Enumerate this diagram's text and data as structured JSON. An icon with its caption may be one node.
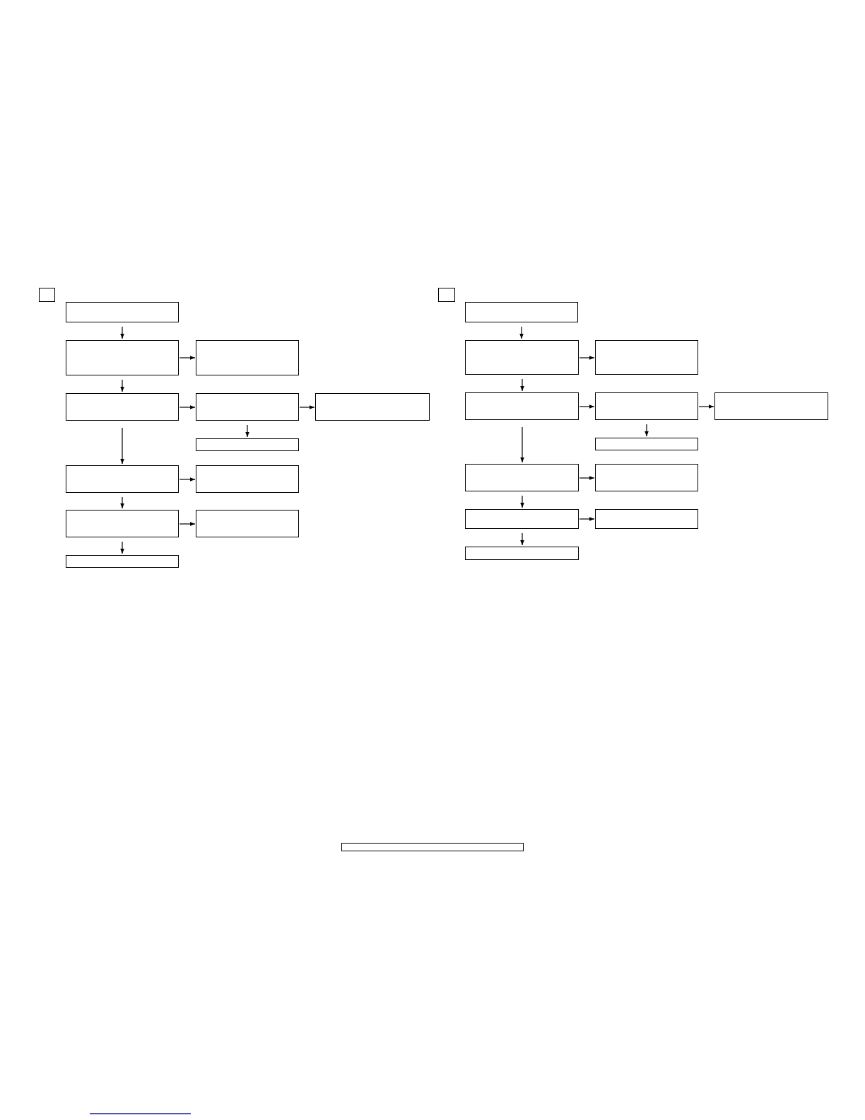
{
  "diagram": {
    "nodes": [
      {
        "text": [],
        "shape": "box"
      },
      {
        "text": [],
        "shape": "box"
      },
      {
        "text": [],
        "shape": "box"
      },
      {
        "text": [],
        "shape": "box"
      },
      {
        "text": [],
        "shape": "box"
      },
      {
        "text": [],
        "shape": "box"
      },
      {
        "text": [],
        "shape": "box"
      },
      {
        "text": [],
        "shape": "box"
      },
      {
        "text": [],
        "shape": "box"
      },
      {
        "text": [],
        "shape": "box"
      },
      {
        "text": [],
        "shape": "box"
      },
      {
        "text": [],
        "shape": "box"
      },
      {
        "text": [],
        "shape": "box"
      },
      {
        "text": [],
        "shape": "box"
      },
      {
        "text": [],
        "shape": "box"
      },
      {
        "text": [],
        "shape": "box"
      },
      {
        "text": [],
        "shape": "box"
      },
      {
        "text": [],
        "shape": "box"
      },
      {
        "text": [],
        "shape": "box"
      },
      {
        "text": [],
        "shape": "box"
      },
      {
        "text": [],
        "shape": "box"
      },
      {
        "text": [],
        "shape": "box"
      },
      {
        "text": [],
        "shape": "box"
      },
      {
        "text": [],
        "shape": "box"
      },
      {
        "text": [],
        "shape": "box"
      },
      {
        "text": [],
        "shape": "box"
      },
      {
        "text": [],
        "shape": "box"
      }
    ],
    "edges": [
      {
        "from": 1,
        "to": 2,
        "arrow": "to"
      },
      {
        "from": 2,
        "to": 3,
        "arrow": "to"
      },
      {
        "from": 2,
        "to": 4,
        "arrow": "to"
      },
      {
        "from": 4,
        "to": 5,
        "arrow": "to"
      },
      {
        "from": 5,
        "to": 6,
        "arrow": "to"
      },
      {
        "from": 5,
        "to": 7,
        "arrow": "to"
      },
      {
        "from": 4,
        "to": 8,
        "arrow": "to"
      },
      {
        "from": 8,
        "to": 9,
        "arrow": "to"
      },
      {
        "from": 8,
        "to": 10,
        "arrow": "to"
      },
      {
        "from": 10,
        "to": 11,
        "arrow": "to"
      },
      {
        "from": 10,
        "to": 12,
        "arrow": "to"
      },
      {
        "from": 14,
        "to": 15,
        "arrow": "to"
      },
      {
        "from": 15,
        "to": 16,
        "arrow": "to"
      },
      {
        "from": 15,
        "to": 17,
        "arrow": "to"
      },
      {
        "from": 17,
        "to": 18,
        "arrow": "to"
      },
      {
        "from": 18,
        "to": 19,
        "arrow": "to"
      },
      {
        "from": 18,
        "to": 20,
        "arrow": "to"
      },
      {
        "from": 17,
        "to": 21,
        "arrow": "to"
      },
      {
        "from": 21,
        "to": 22,
        "arrow": "to"
      },
      {
        "from": 21,
        "to": 23,
        "arrow": "to"
      },
      {
        "from": 23,
        "to": 24,
        "arrow": "to"
      },
      {
        "from": 23,
        "to": 25,
        "arrow": "to"
      }
    ]
  }
}
